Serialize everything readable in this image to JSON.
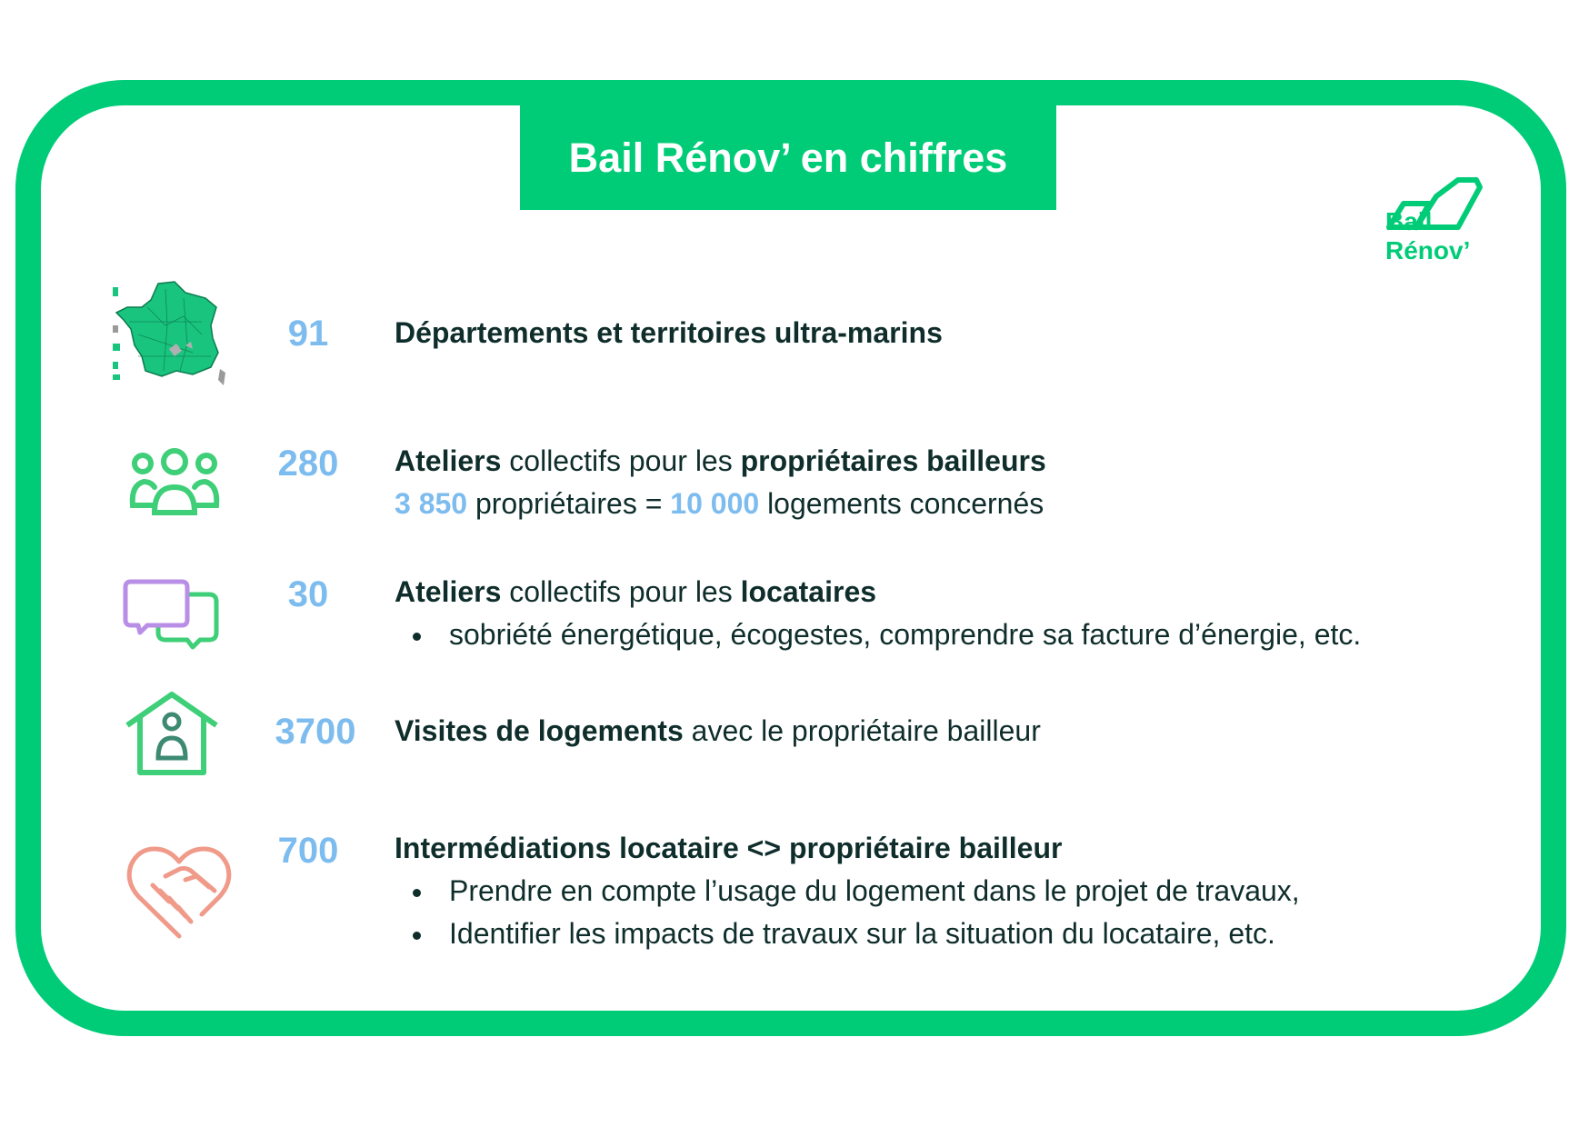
{
  "title": "Bail Rénov’ en chiffres",
  "logo": {
    "line1": "Bail",
    "line2": "Rénov’",
    "color": "#00cc78",
    "icon": "house-outline-logo-icon"
  },
  "colors": {
    "frame": "#00cc78",
    "number": "#7dbcef",
    "text": "#0f2e2b",
    "purple": "#b98ee6",
    "salmon": "#f09a8a"
  },
  "stats": [
    {
      "icon": "france-map-icon",
      "number": "91",
      "line1_bold": "Départements et territoires ultra-marins"
    },
    {
      "icon": "group-people-icon",
      "number": "280",
      "line1_bold_a": "Ateliers",
      "line1_text": " collectifs pour les ",
      "line1_bold_b": "propriétaires bailleurs",
      "line2_num_a": "3 850",
      "line2_text_a": " propriétaires = ",
      "line2_num_b": "10 000",
      "line2_text_b": " logements concernés"
    },
    {
      "icon": "chat-bubbles-icon",
      "number": "30",
      "line1_bold_a": "Ateliers",
      "line1_text": " collectifs pour les ",
      "line1_bold_b": "locataires",
      "bullets": [
        "sobriété énergétique, écogestes, comprendre sa facture d’énergie, etc."
      ]
    },
    {
      "icon": "house-person-icon",
      "number": "3700",
      "line1_bold_a": "Visites de logements",
      "line1_text": " avec le propriétaire bailleur"
    },
    {
      "icon": "heart-handshake-icon",
      "number": "700",
      "line1_bold_a": "Intermédiations locataire <> propriétaire bailleur",
      "bullets": [
        "Prendre en compte l’usage du logement dans le projet de travaux,",
        "Identifier les impacts de travaux sur la situation du locataire, etc."
      ]
    }
  ]
}
